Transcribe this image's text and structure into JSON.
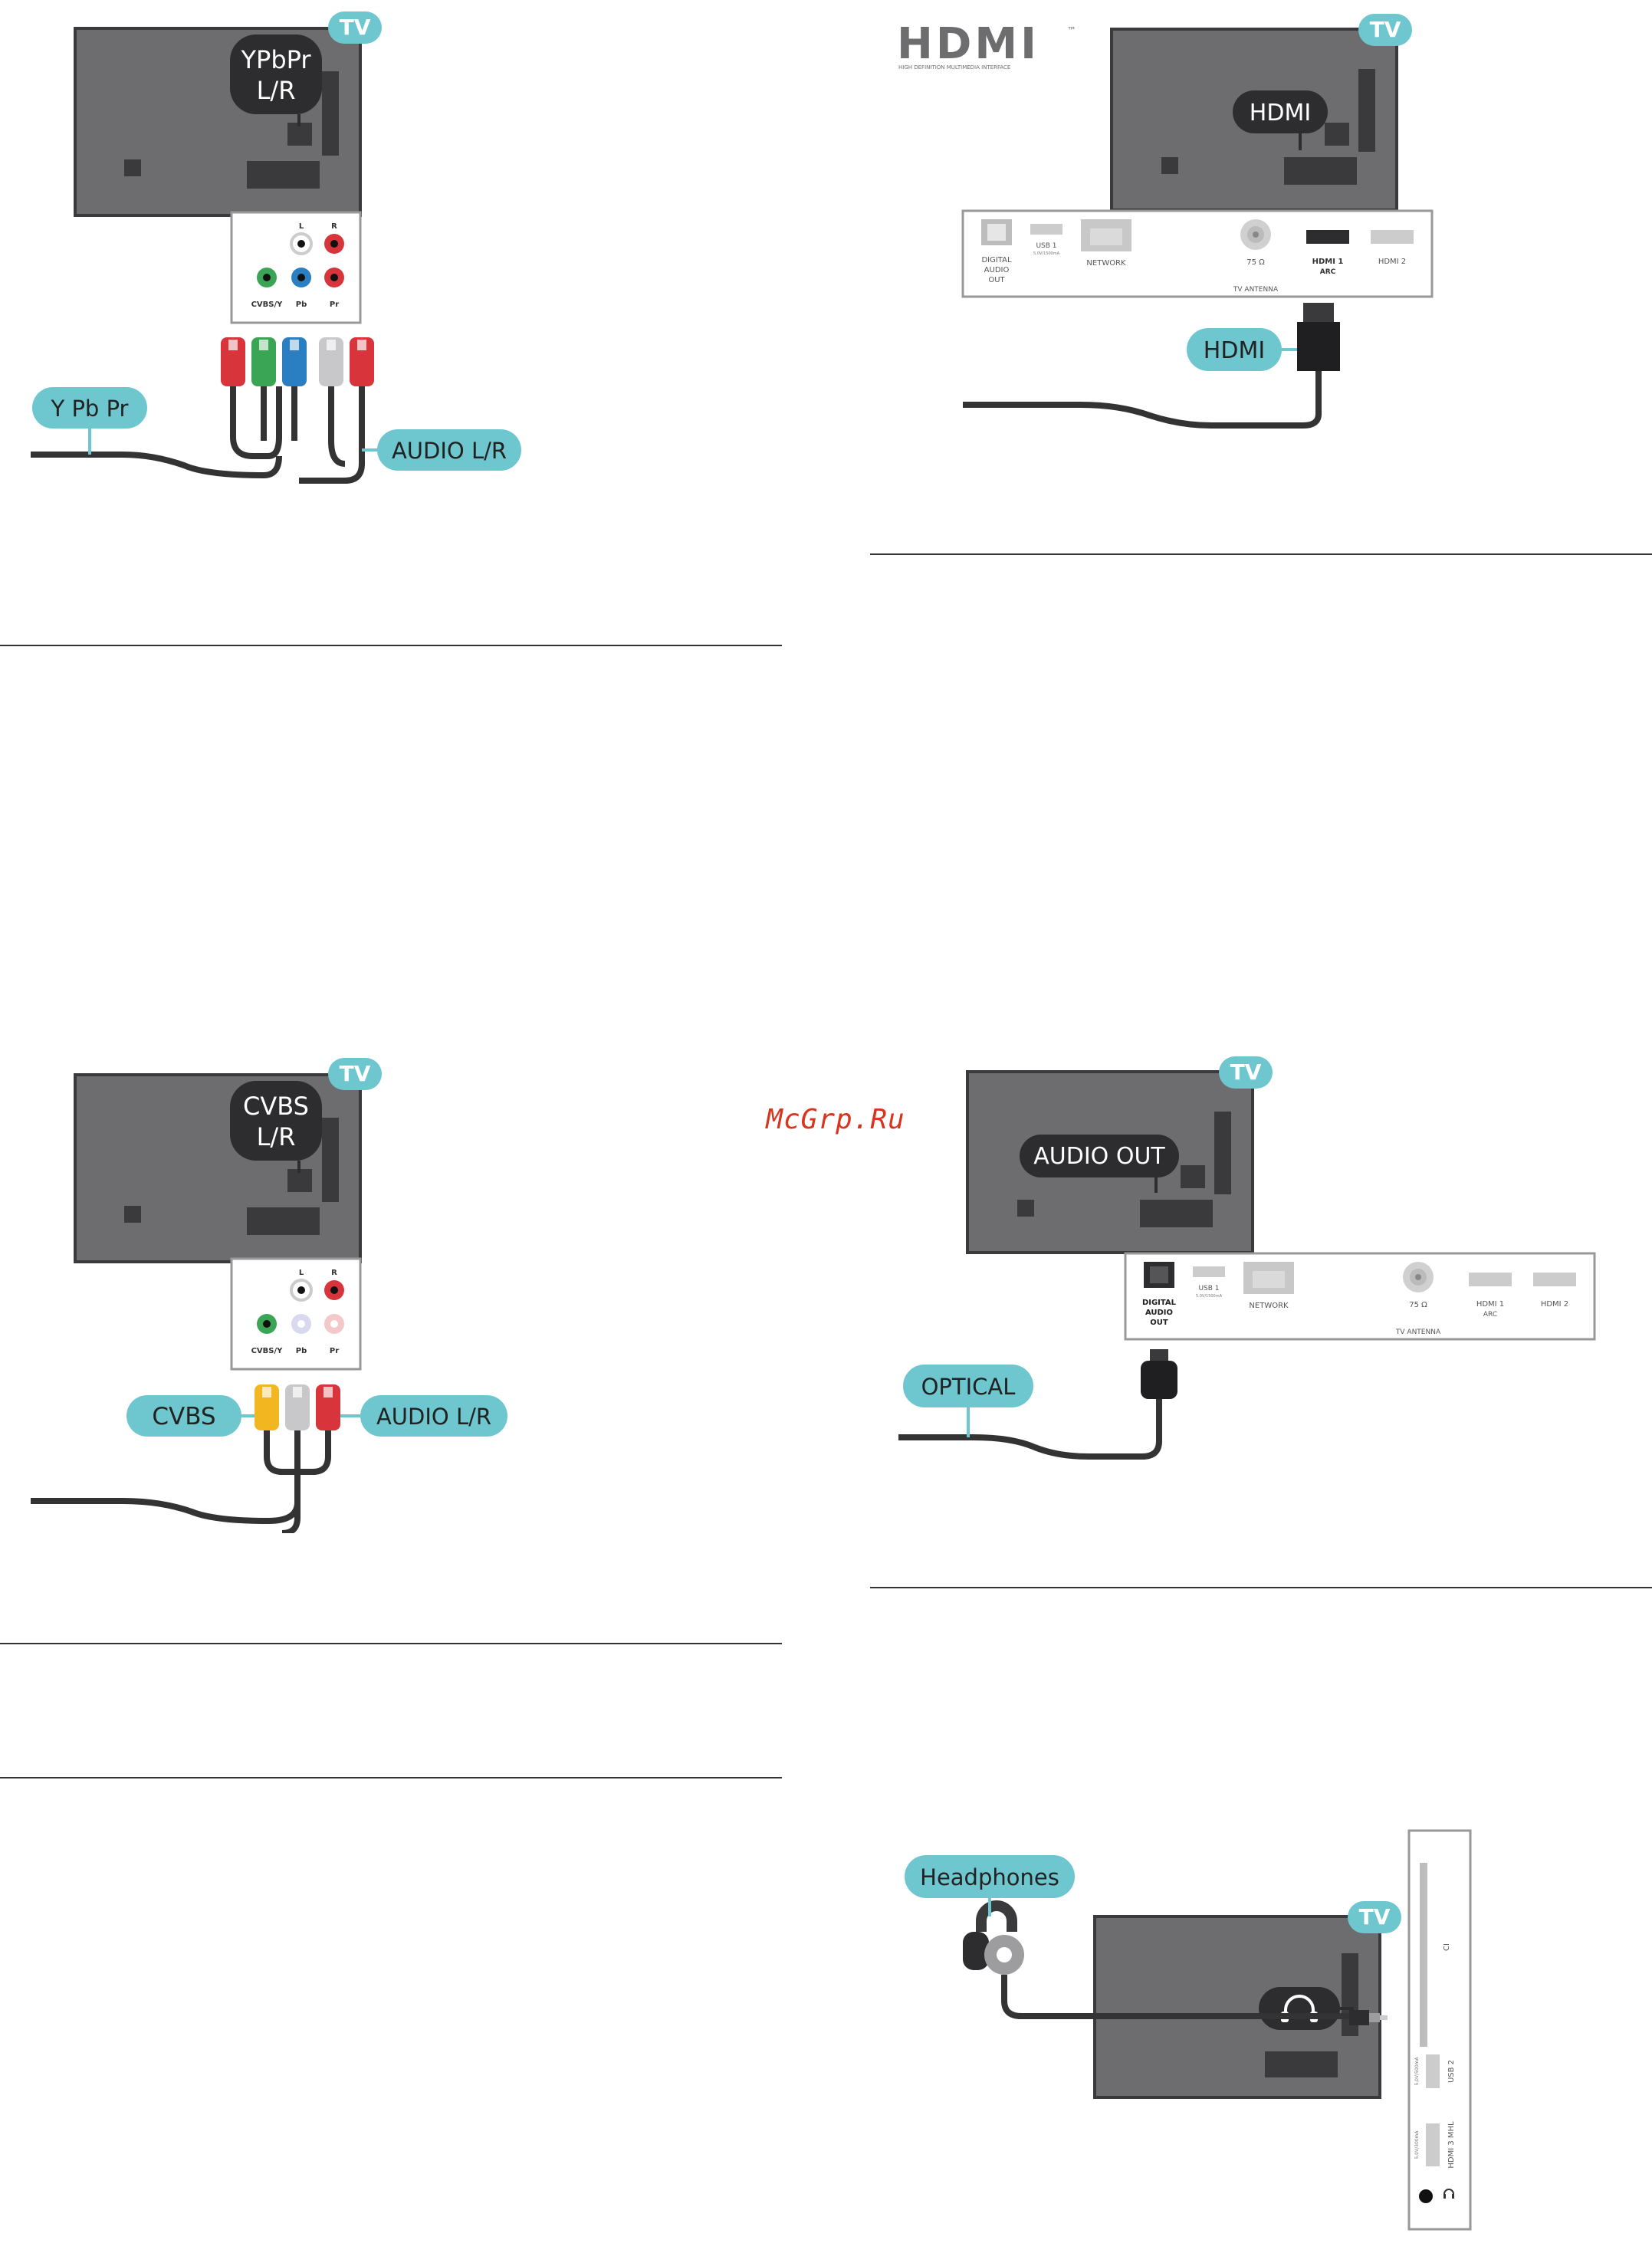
{
  "watermark": "McGrp.Ru",
  "colors": {
    "tv_body": "#6d6d6f",
    "tv_dark": "#3a3a3c",
    "accent": "#6ec7cf",
    "label_dark": "#2d2d2f",
    "cable": "#333333",
    "plug_red": "#d7343c",
    "plug_green": "#3aa655",
    "plug_blue": "#2a7fc2",
    "plug_white": "#c8c8ca",
    "plug_yellow": "#f2b621"
  },
  "ypbpr": {
    "tv_badge": "TV",
    "port_label": [
      "YPbPr",
      "L/R"
    ],
    "panel_top": [
      "L",
      "R"
    ],
    "panel_bottom": [
      "CVBS/Y",
      "Pb",
      "Pr"
    ],
    "cable_left": "Y Pb Pr",
    "cable_right": "AUDIO L/R"
  },
  "cvbs": {
    "tv_badge": "TV",
    "port_label": [
      "CVBS",
      "L/R"
    ],
    "panel_top": [
      "L",
      "R"
    ],
    "panel_bottom": [
      "CVBS/Y",
      "Pb",
      "Pr"
    ],
    "cable_left": "CVBS",
    "cable_right": "AUDIO L/R"
  },
  "hdmi": {
    "logo": "HDMI",
    "logo_tm": "™",
    "logo_sub": "HIGH DEFINITION MULTIMEDIA INTERFACE",
    "tv_badge": "TV",
    "port_label": "HDMI",
    "cable_label": "HDMI",
    "panel": {
      "digital": [
        "DIGITAL",
        "AUDIO",
        "OUT"
      ],
      "usb": "USB 1",
      "usb_small": "5.0V/1500mA",
      "network": "NETWORK",
      "ohm": "75 Ω",
      "antenna": "TV ANTENNA",
      "hdmi1": [
        "HDMI 1",
        "ARC"
      ],
      "hdmi2": "HDMI 2"
    }
  },
  "optical": {
    "tv_badge": "TV",
    "port_label": "AUDIO OUT",
    "cable_label": "OPTICAL",
    "panel": {
      "digital": [
        "DIGITAL",
        "AUDIO",
        "OUT"
      ],
      "usb": "USB 1",
      "usb_small": "5.0V/1500mA",
      "network": "NETWORK",
      "ohm": "75 Ω",
      "antenna": "TV ANTENNA",
      "hdmi1": [
        "HDMI 1",
        "ARC"
      ],
      "hdmi2": "HDMI 2"
    }
  },
  "headphones": {
    "tv_badge": "TV",
    "cable_label": "Headphones",
    "side_panel": {
      "ci": "CI",
      "usb_small": "5.0V/500mA",
      "usb": "USB 2",
      "hdmi_small": "5.0V/300mA",
      "hdmi": "HDMI 3 MHL"
    }
  }
}
